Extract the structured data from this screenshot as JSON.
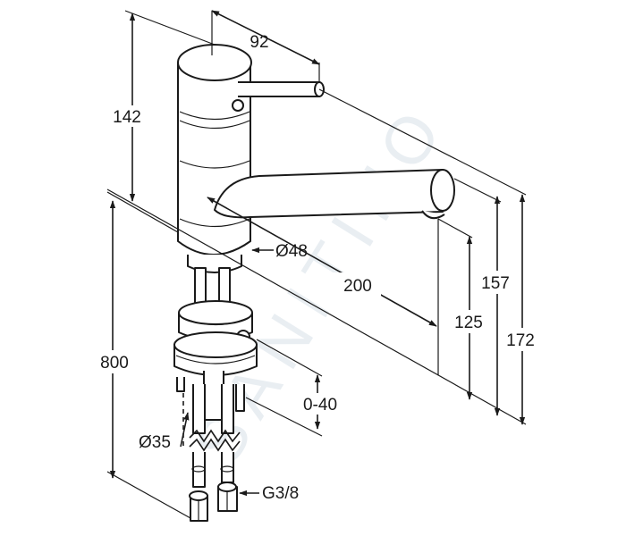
{
  "watermark": "SANITINO",
  "colors": {
    "line": "#1a1a1a",
    "background": "#ffffff",
    "watermark": "#e9eef2"
  },
  "dimensions": {
    "lever_length": "92",
    "body_height": "142",
    "body_diameter": "Ø48",
    "spout_reach": "200",
    "spout_height": "125",
    "lever_height": "157",
    "overall_height": "172",
    "hose_length": "800",
    "mount_thickness": "0-40",
    "hole_diameter": "Ø35",
    "thread": "G3/8"
  }
}
